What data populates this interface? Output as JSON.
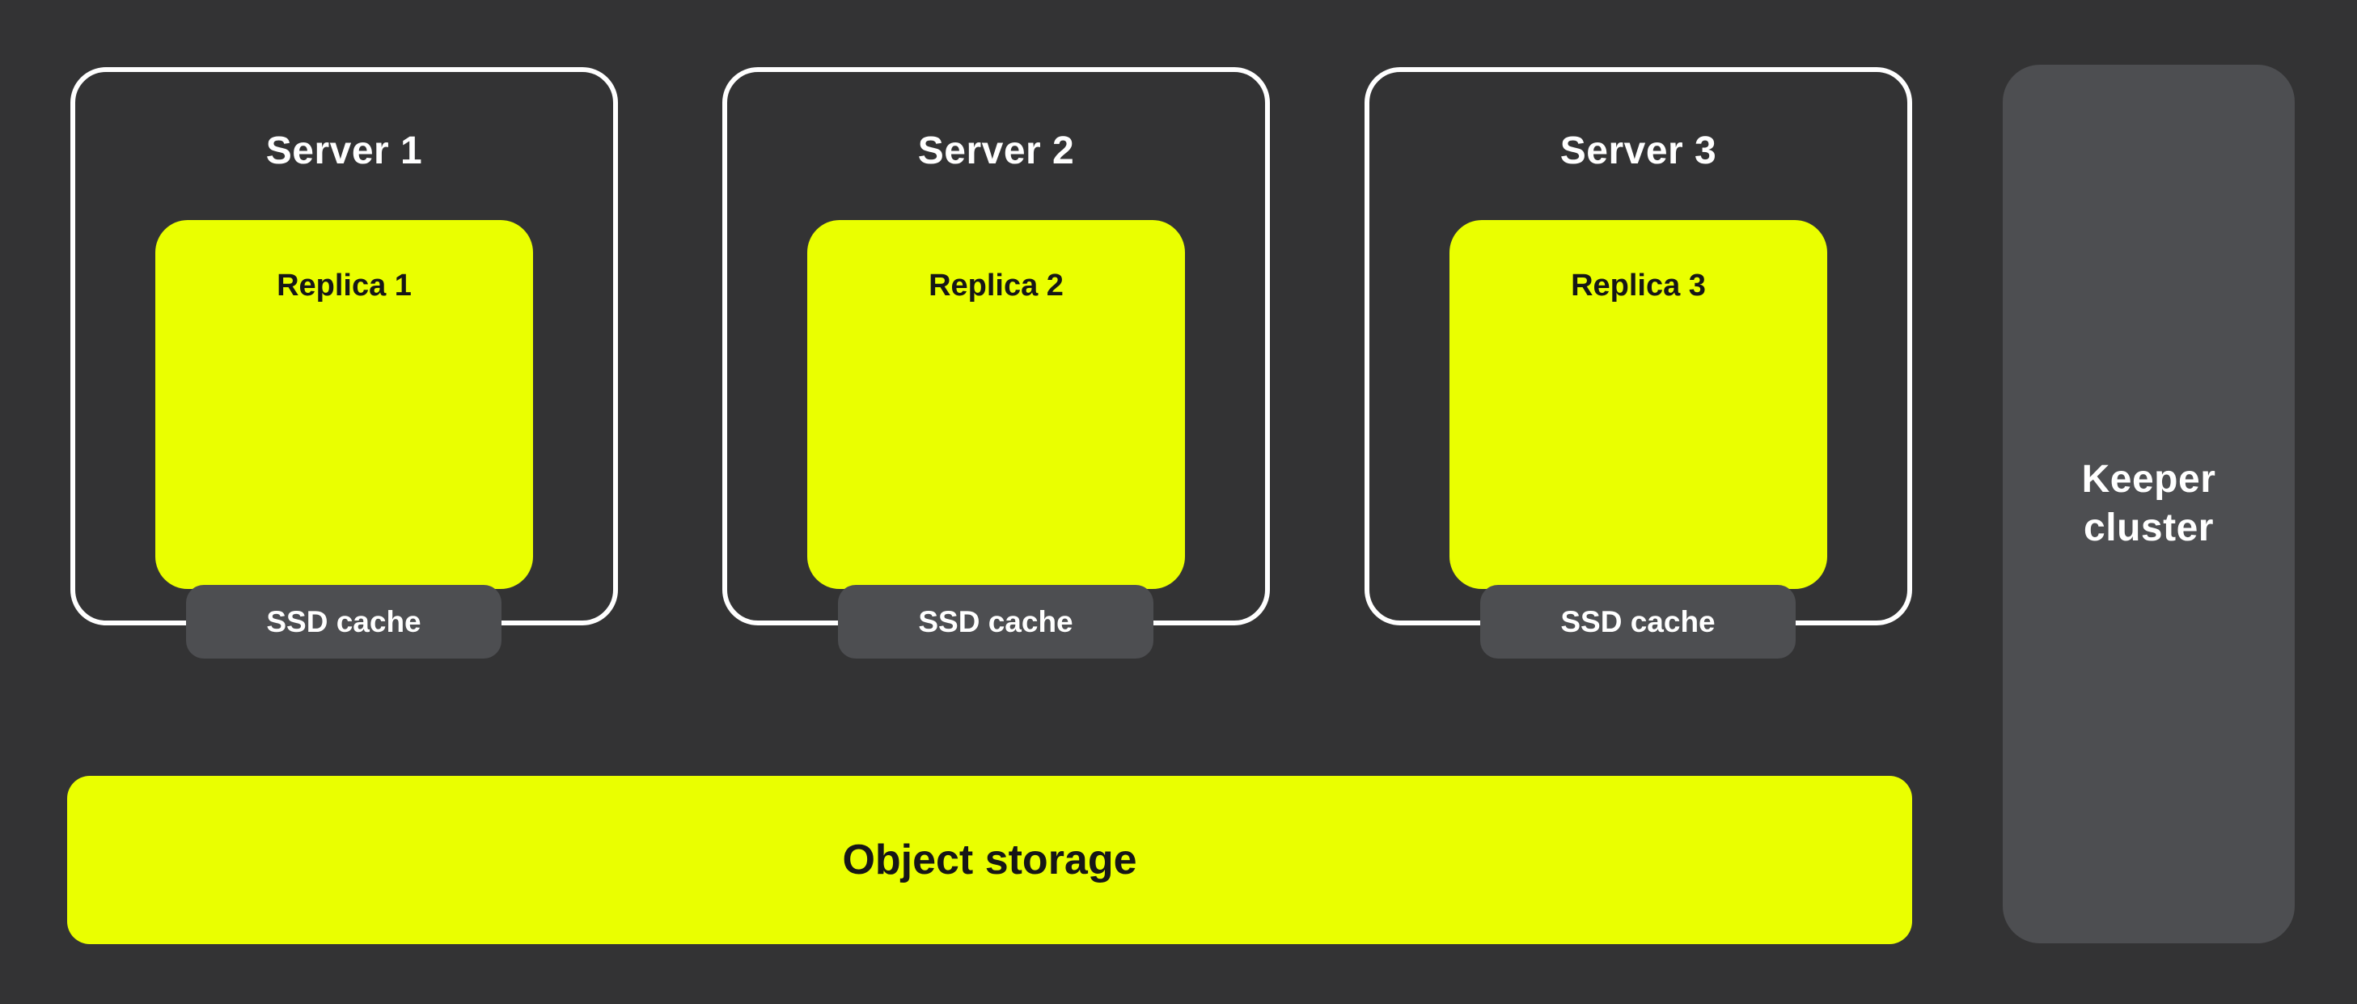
{
  "diagram": {
    "servers": [
      {
        "title": "Server 1",
        "replica_label": "Replica 1",
        "cache_label": "SSD cache"
      },
      {
        "title": "Server 2",
        "replica_label": "Replica 2",
        "cache_label": "SSD cache"
      },
      {
        "title": "Server 3",
        "replica_label": "Replica 3",
        "cache_label": "SSD cache"
      }
    ],
    "keeper": {
      "label": "Keeper\ncluster"
    },
    "object_storage": {
      "label": "Object storage"
    },
    "colors": {
      "background": "#333334",
      "accent_yellow": "#EAFF00",
      "panel_gray": "#4D4E51",
      "border_white": "#FFFFFF",
      "text_dark": "#161616",
      "text_light": "#FFFFFF"
    }
  }
}
